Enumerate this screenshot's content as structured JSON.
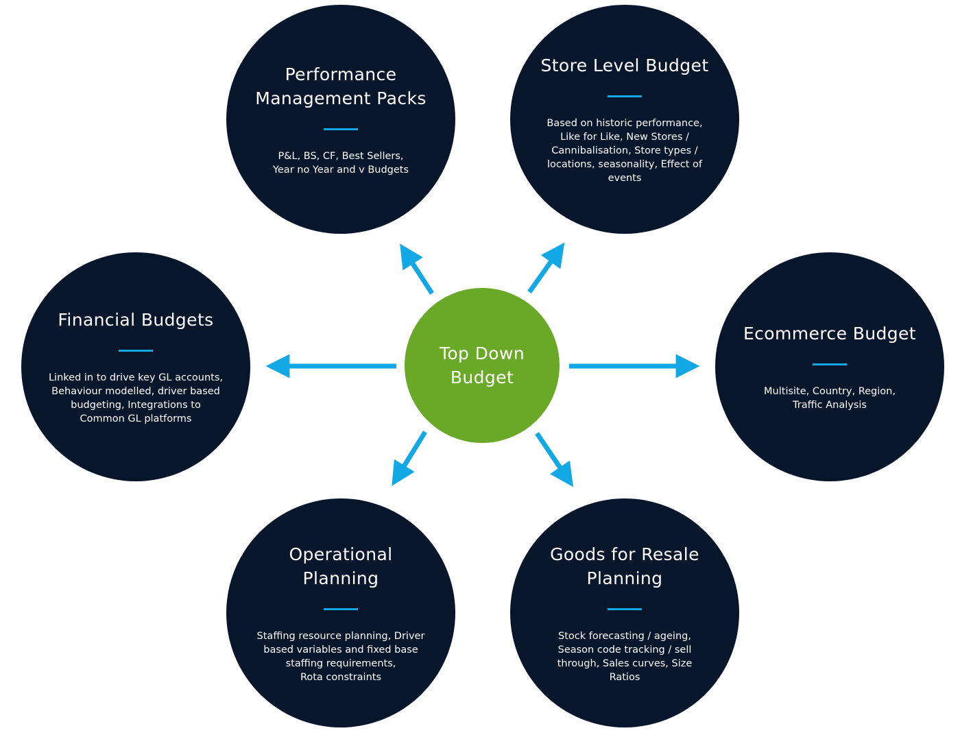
{
  "center": {
    "label": "Top Down\nBudget",
    "color": "#6aa827"
  },
  "colors": {
    "node_fill": "#08162b",
    "accent": "#12a8e6",
    "text": "#ffffff"
  },
  "nodes": [
    {
      "id": "performance-management-packs",
      "title": "Performance\nManagement Packs",
      "description": "P&L, BS, CF, Best Sellers,\nYear no Year and v Budgets"
    },
    {
      "id": "store-level-budget",
      "title": "Store Level Budget",
      "description": "Based on historic performance,\nLike for Like, New Stores /\nCannibalisation, Store types /\nlocations, seasonality, Effect of\nevents"
    },
    {
      "id": "financial-budgets",
      "title": "Financial Budgets",
      "description": "Linked in to drive key GL accounts,\nBehaviour modelled, driver based\nbudgeting, Integrations to\nCommon GL platforms"
    },
    {
      "id": "ecommerce-budget",
      "title": "Ecommerce Budget",
      "description": "Multisite, Country, Region,\nTraffic Analysis"
    },
    {
      "id": "operational-planning",
      "title": "Operational\nPlanning",
      "description": "Staffing resource planning, Driver\nbased variables and fixed base\nstaffing requirements,\nRota constraints"
    },
    {
      "id": "goods-for-resale-planning",
      "title": "Goods for Resale\nPlanning",
      "description": "Stock forecasting / ageing,\nSeason code tracking / sell\nthrough, Sales curves, Size\nRatios"
    }
  ]
}
